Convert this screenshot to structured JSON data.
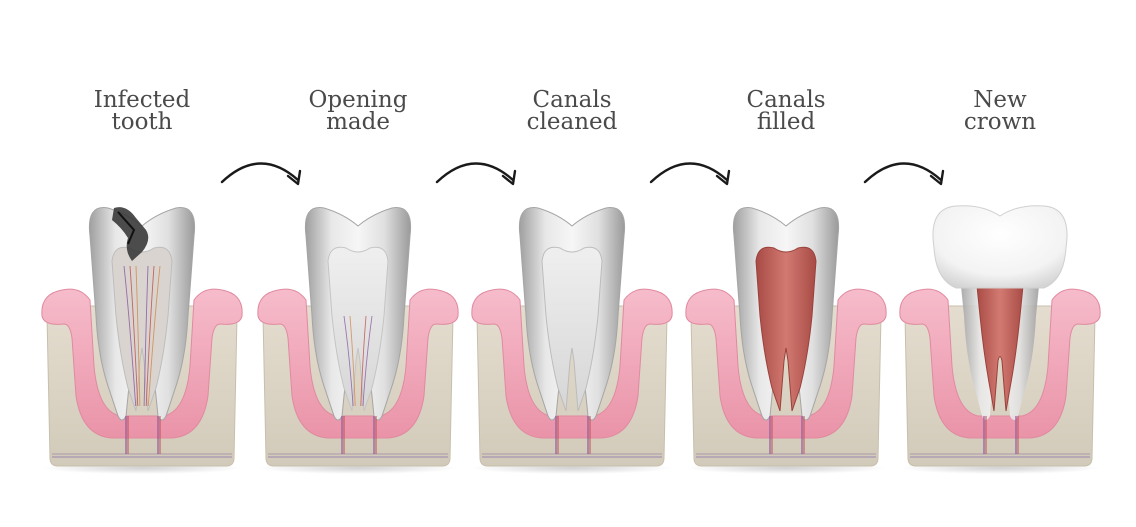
{
  "steps": [
    {
      "label_line1": "Infected",
      "label_line2": "tooth",
      "stage": "infected"
    },
    {
      "label_line1": "Opening",
      "label_line2": "made",
      "stage": "opening"
    },
    {
      "label_line1": "Canals",
      "label_line2": "cleaned",
      "stage": "cleaned"
    },
    {
      "label_line1": "Canals",
      "label_line2": "filled",
      "stage": "filled"
    },
    {
      "label_line1": "New",
      "label_line2": "crown",
      "stage": "crown"
    }
  ],
  "colors": {
    "gum": "#f0a8b8",
    "gum_light": "#f7c6d1",
    "bone": "#ddd6c7",
    "bone_edge": "#c9c0ae",
    "enamel": "#e6e6e6",
    "dentin": "#cfcfcf",
    "pulp_infected": "#d9d4cf",
    "filling": "#c8665f",
    "crown": "#fbfbfb",
    "decay": "#3a3a3a",
    "nerve_purple": "#8a5aa0",
    "nerve_red": "#c0504d",
    "arrow": "#1a1a1a",
    "label_text": "#4a4a4a"
  }
}
